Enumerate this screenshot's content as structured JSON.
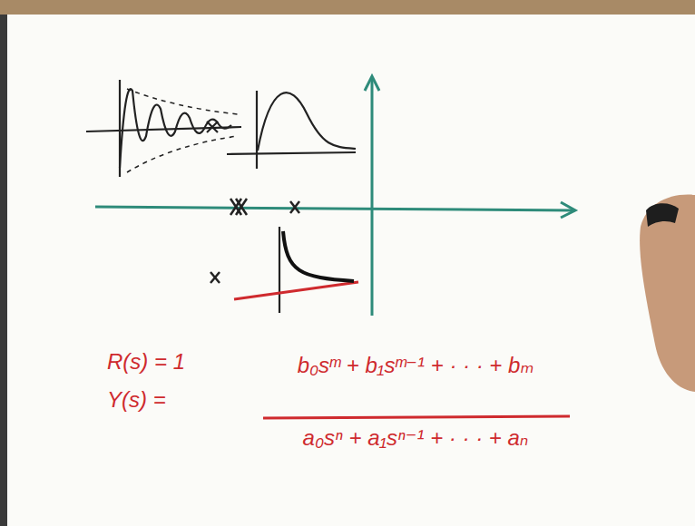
{
  "diagram": {
    "labels": [
      "R(s) = 1",
      "Y(s) =",
      "b₀sᵐ + b₁sᵐ⁻¹ + · · · + bₘ",
      "a₀sⁿ + a₁sⁿ⁻¹ + · · · + aₙ"
    ]
  }
}
